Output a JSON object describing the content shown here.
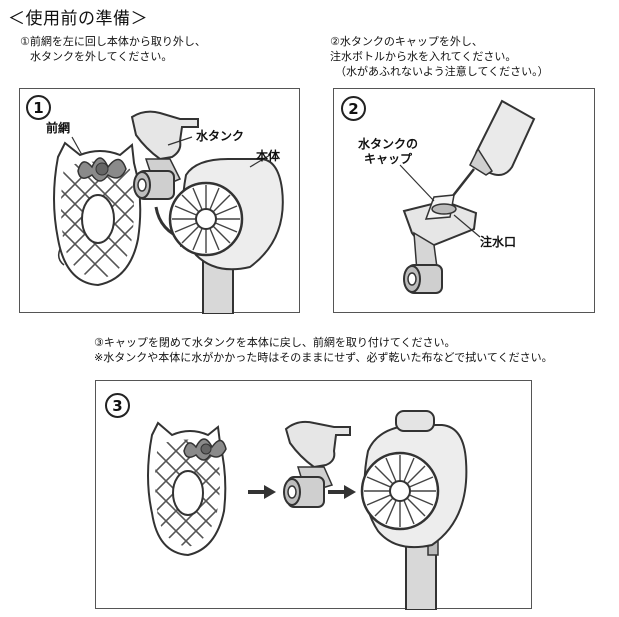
{
  "title": "＜使用前の準備＞",
  "step1": {
    "number": "1",
    "instruction_line1": "①前網を左に回し本体から取り外し、",
    "instruction_line2": "水タンクを外してください。",
    "label_front_net": "前網",
    "label_water_tank": "水タンク",
    "label_body": "本体"
  },
  "step2": {
    "number": "2",
    "instruction_line1": "②水タンクのキャップを外し、",
    "instruction_line2": "注水ボトルから水を入れてください。",
    "instruction_line3": "（水があふれないよう注意してください。）",
    "label_cap_line1": "水タンクの",
    "label_cap_line2": "キャップ",
    "label_inlet": "注水口"
  },
  "step3": {
    "number": "3",
    "instruction_line1": "③キャップを閉めて水タンクを本体に戻し、前網を取り付けてください。",
    "instruction_line2": "※水タンクや本体に水がかかった時はそのままにせず、必ず乾いた布などで拭いてください。"
  },
  "colors": {
    "outline": "#333333",
    "fill_light": "#ececec",
    "fill_mid": "#c9c9c9",
    "fill_dark": "#8a8a8a",
    "panel_border": "#555555"
  }
}
